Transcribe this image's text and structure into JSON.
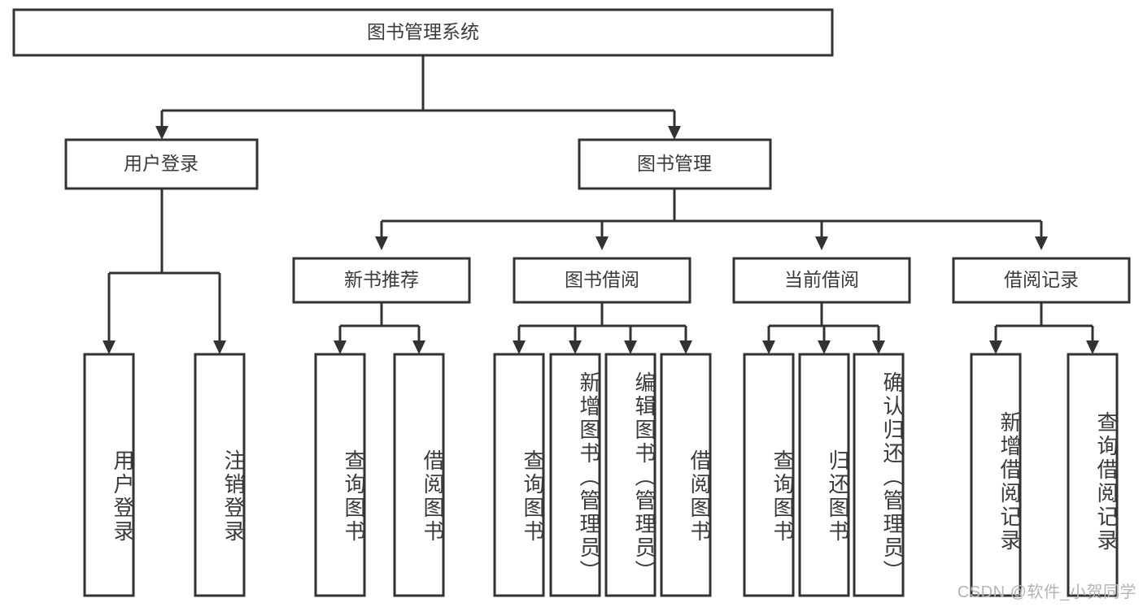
{
  "diagram": {
    "type": "tree-hierarchy",
    "title": "图书管理系统",
    "watermark": "CSDN @软件_小贺同学",
    "colors": {
      "stroke": "#333333",
      "box_fill": "#ffffff",
      "text": "#3b3b3b",
      "background": "#ffffff",
      "watermark": "#b4b4b4"
    },
    "root": {
      "label": "图书管理系统",
      "orientation": "horizontal"
    },
    "level1": [
      {
        "id": "user-login",
        "label": "用户登录",
        "orientation": "horizontal"
      },
      {
        "id": "book-management",
        "label": "图书管理",
        "orientation": "horizontal"
      }
    ],
    "level2": [
      {
        "id": "new-book-recommend",
        "label": "新书推荐",
        "orientation": "horizontal",
        "parent": "book-management"
      },
      {
        "id": "book-borrow",
        "label": "图书借阅",
        "orientation": "horizontal",
        "parent": "book-management"
      },
      {
        "id": "current-borrow",
        "label": "当前借阅",
        "orientation": "horizontal",
        "parent": "book-management"
      },
      {
        "id": "borrow-record",
        "label": "借阅记录",
        "orientation": "horizontal",
        "parent": "book-management"
      }
    ],
    "leaves": [
      {
        "id": "leaf-user-login",
        "label": "用户登录",
        "orientation": "vertical",
        "parent": "user-login"
      },
      {
        "id": "leaf-user-logout",
        "label": "注销登录",
        "orientation": "vertical",
        "parent": "user-login"
      },
      {
        "id": "leaf-query-book-1",
        "label": "查询图书",
        "orientation": "vertical",
        "parent": "new-book-recommend"
      },
      {
        "id": "leaf-borrow-book-1",
        "label": "借阅图书",
        "orientation": "vertical",
        "parent": "new-book-recommend"
      },
      {
        "id": "leaf-query-book-2",
        "label": "查询图书",
        "orientation": "vertical",
        "parent": "book-borrow"
      },
      {
        "id": "leaf-add-book",
        "label": "新增图书（管理员）",
        "orientation": "vertical",
        "parent": "book-borrow"
      },
      {
        "id": "leaf-edit-book",
        "label": "编辑图书（管理员）",
        "orientation": "vertical",
        "parent": "book-borrow"
      },
      {
        "id": "leaf-borrow-book-2",
        "label": "借阅图书",
        "orientation": "vertical",
        "parent": "book-borrow"
      },
      {
        "id": "leaf-query-book-3",
        "label": "查询图书",
        "orientation": "vertical",
        "parent": "current-borrow"
      },
      {
        "id": "leaf-return-book",
        "label": "归还图书",
        "orientation": "vertical",
        "parent": "current-borrow"
      },
      {
        "id": "leaf-confirm-return",
        "label": "确认归还（管理员）",
        "orientation": "vertical",
        "parent": "current-borrow"
      },
      {
        "id": "leaf-add-record",
        "label": "新增借阅记录",
        "orientation": "vertical",
        "parent": "borrow-record"
      },
      {
        "id": "leaf-query-record",
        "label": "查询借阅记录",
        "orientation": "vertical",
        "parent": "borrow-record"
      }
    ]
  }
}
